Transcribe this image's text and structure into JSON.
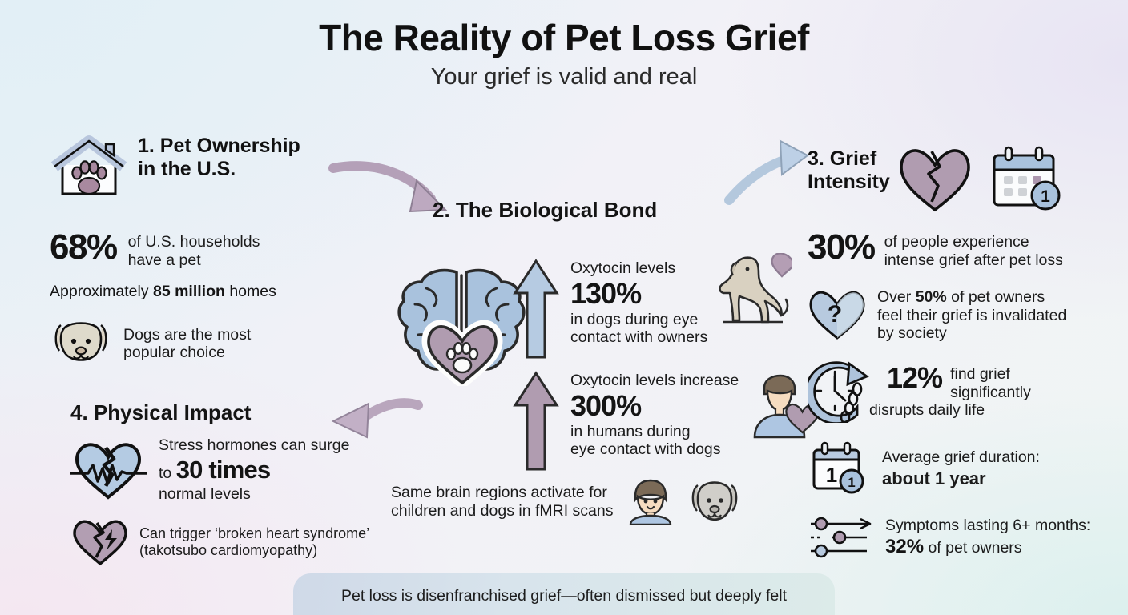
{
  "header": {
    "title": "The Reality of Pet Loss Grief",
    "subtitle": "Your grief is valid and real"
  },
  "colors": {
    "blue": "#a9c2dd",
    "blue_light": "#bdd0e6",
    "mauve": "#b09cb0",
    "mauve_light": "#c0aec0",
    "tan": "#d9d1c1",
    "gray_dog": "#cfcdc8",
    "skin": "#f6dcc0",
    "hair": "#7b6a57",
    "shirt": "#aec6e2",
    "outline": "#111111",
    "footer_bg": "#d3dee9"
  },
  "section1": {
    "number_title": "1. Pet Ownership",
    "title_line2": "in the U.S.",
    "stat_value": "68%",
    "stat_line1": "of U.S. households",
    "stat_line2": "have a pet",
    "approx_prefix": "Approximately ",
    "approx_bold": "85 million",
    "approx_suffix": " homes",
    "dog_note_line1": "Dogs are the most",
    "dog_note_line2": "popular choice",
    "icons": [
      "house-paw-icon",
      "dog-face-icon"
    ]
  },
  "section2": {
    "title": "2. The Biological Bond",
    "stat1": {
      "label": "Oxytocin levels",
      "value": "130%",
      "detail_line1": "in dogs during eye",
      "detail_line2": "contact with owners",
      "arrow": "up-arrow-blue-icon",
      "subject_icon": "dog-sitting-icon"
    },
    "stat2": {
      "label": "Oxytocin levels increase",
      "value": "300%",
      "detail_line1": "in humans during",
      "detail_line2": "eye contact with dogs",
      "arrow": "up-arrow-mauve-icon",
      "subject_icon": "person-heart-icon"
    },
    "fmri_line1": "Same brain regions activate for",
    "fmri_line2": "children and dogs in fMRI scans",
    "center_icon": "brain-heart-paw-icon",
    "fmri_icons": [
      "child-face-icon",
      "dog-face-icon"
    ]
  },
  "section3": {
    "number_title": "3. Grief",
    "title_line2": "Intensity",
    "header_icons": [
      "broken-heart-icon",
      "calendar-one-icon"
    ],
    "stat_value": "30%",
    "stat_line1": "of people experience",
    "stat_line2": "intense grief after pet loss",
    "items": [
      {
        "icon": "question-heart-icon",
        "prefix": "Over ",
        "bold": "50%",
        "suffix": " of pet owners",
        "line2": "feel their grief is invalidated",
        "line3": "by society"
      },
      {
        "icon": "clock-chain-icon",
        "value": "12%",
        "line1": "find grief",
        "line2": "significantly",
        "line3": "disrupts daily life"
      },
      {
        "icon": "calendar-year-icon",
        "line1": "Average grief duration:",
        "bold_line": "about 1 year"
      },
      {
        "icon": "slider-timeline-icon",
        "line1": "Symptoms lasting 6+ months:",
        "bold": "32%",
        "suffix": " of pet owners"
      }
    ]
  },
  "section4": {
    "title": "4. Physical Impact",
    "stress_line1": "Stress hormones can surge",
    "stress_prefix": "to ",
    "stress_value": "30 times",
    "stress_line3": "normal levels",
    "trigger_line1": "Can trigger ‘broken heart syndrome’",
    "trigger_line2": "(takotsubo cardiomyopathy)",
    "icons": [
      "heart-pulse-icon",
      "broken-heart-bolt-icon"
    ]
  },
  "footer": {
    "text": "Pet loss is disenfranchised grief—often dismissed but deeply felt"
  },
  "arrows": {
    "a1": "curved-arrow-mauve-right",
    "a2": "curved-arrow-blue-upright",
    "a3": "curved-arrow-mauve-left"
  }
}
